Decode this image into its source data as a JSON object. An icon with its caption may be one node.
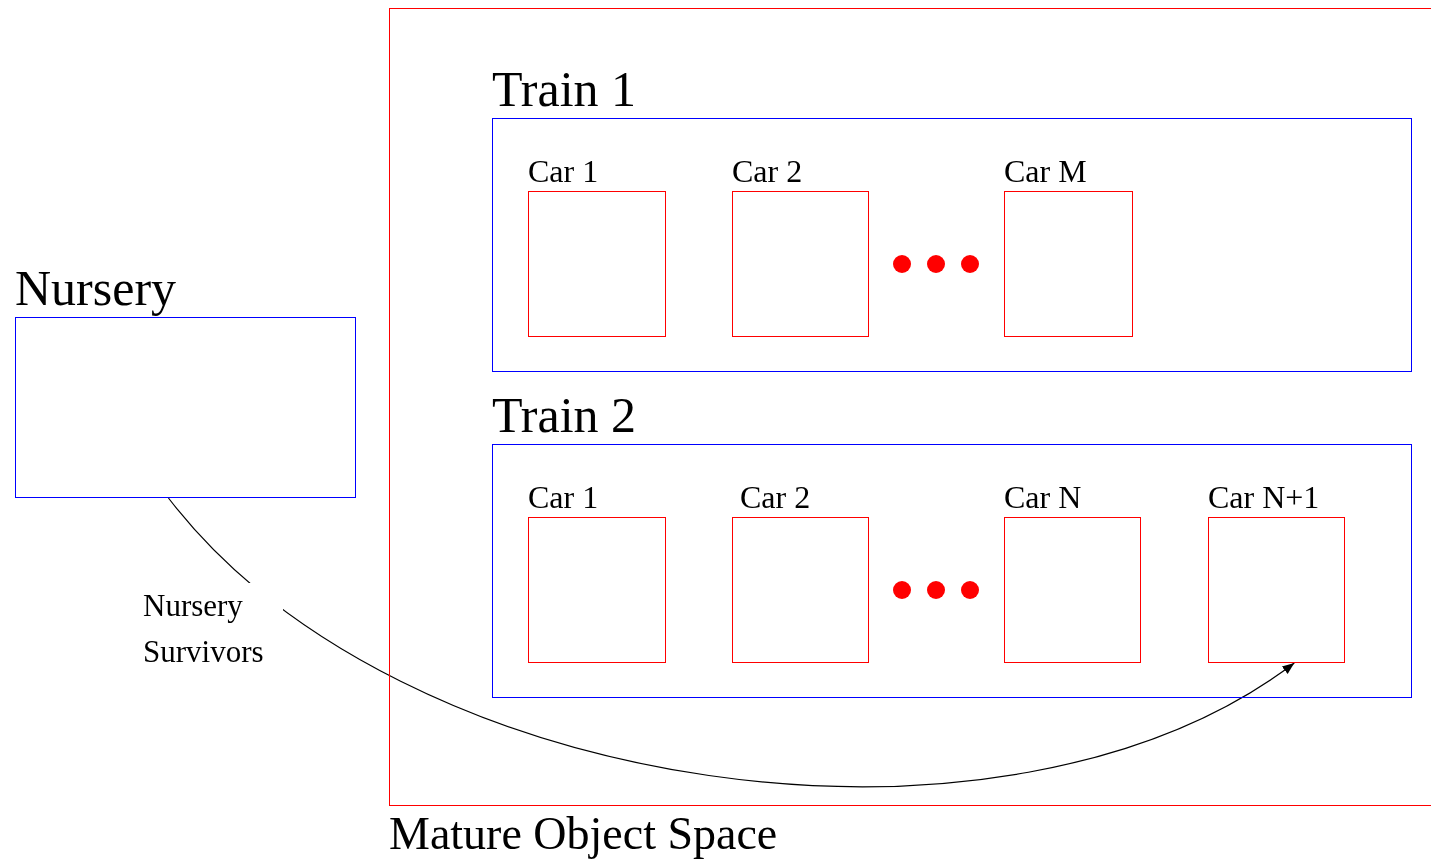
{
  "diagram": {
    "nodes": [
      {
        "text": [
          "Mature Object Space"
        ]
      },
      {
        "text": [
          "Train 1"
        ],
        "in": 0
      },
      {
        "text": [
          "Car 1"
        ],
        "in": 1
      },
      {
        "text": [
          "Car 2"
        ],
        "in": 1
      },
      {
        "text": [
          "Car M"
        ],
        "in": 1
      },
      {
        "text": [
          "Train 2"
        ],
        "in": 0
      },
      {
        "text": [
          "Car 1"
        ],
        "in": 5
      },
      {
        "text": [
          "Car 2"
        ],
        "in": 5
      },
      {
        "text": [
          "Car N"
        ],
        "in": 5
      },
      {
        "text": [
          "Car N+1"
        ],
        "in": 5
      },
      {
        "text": [
          "Nursery"
        ]
      }
    ],
    "edges": [
      {
        "from": 10,
        "to": 9,
        "arrow": "to",
        "label": "Nursery Survivors"
      }
    ]
  }
}
